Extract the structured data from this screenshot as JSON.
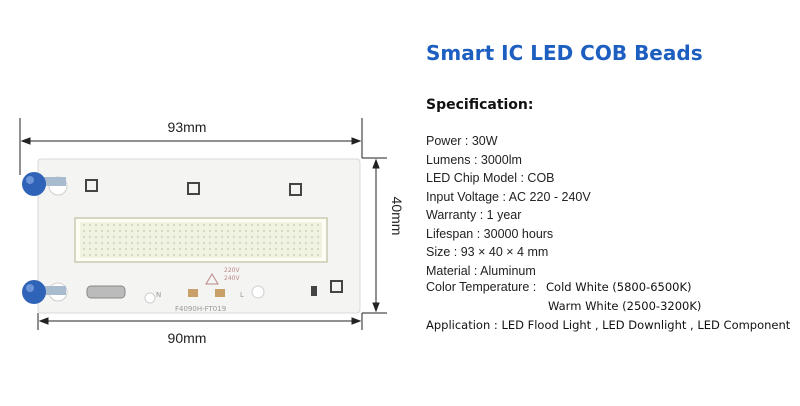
{
  "title": "Smart IC LED COB Beads",
  "spec_heading": "Specification:",
  "specs": [
    "Power : 30W",
    "Lumens : 3000lm",
    "LED Chip Model : COB",
    "Input Voltage : AC 220 - 240V",
    "Warranty : 1 year",
    "Lifespan : 30000 hours",
    "Size : 93 × 40 × 4 mm",
    "Material : Aluminum"
  ],
  "color_temperature": {
    "label": "Color Temperature :",
    "cold": "Cold White (5800-6500K)",
    "warm": "Warm White (2500-3200K)"
  },
  "application": "Application : LED Flood Light , LED Downlight , LED Component",
  "dimensions": {
    "top": "93mm",
    "bottom": "90mm",
    "side": "40mm"
  },
  "board": {
    "model": "F4090H-FT019",
    "warn_1": "220V",
    "warn_2": "240V",
    "pin_n": "N",
    "pin_l": "L"
  }
}
